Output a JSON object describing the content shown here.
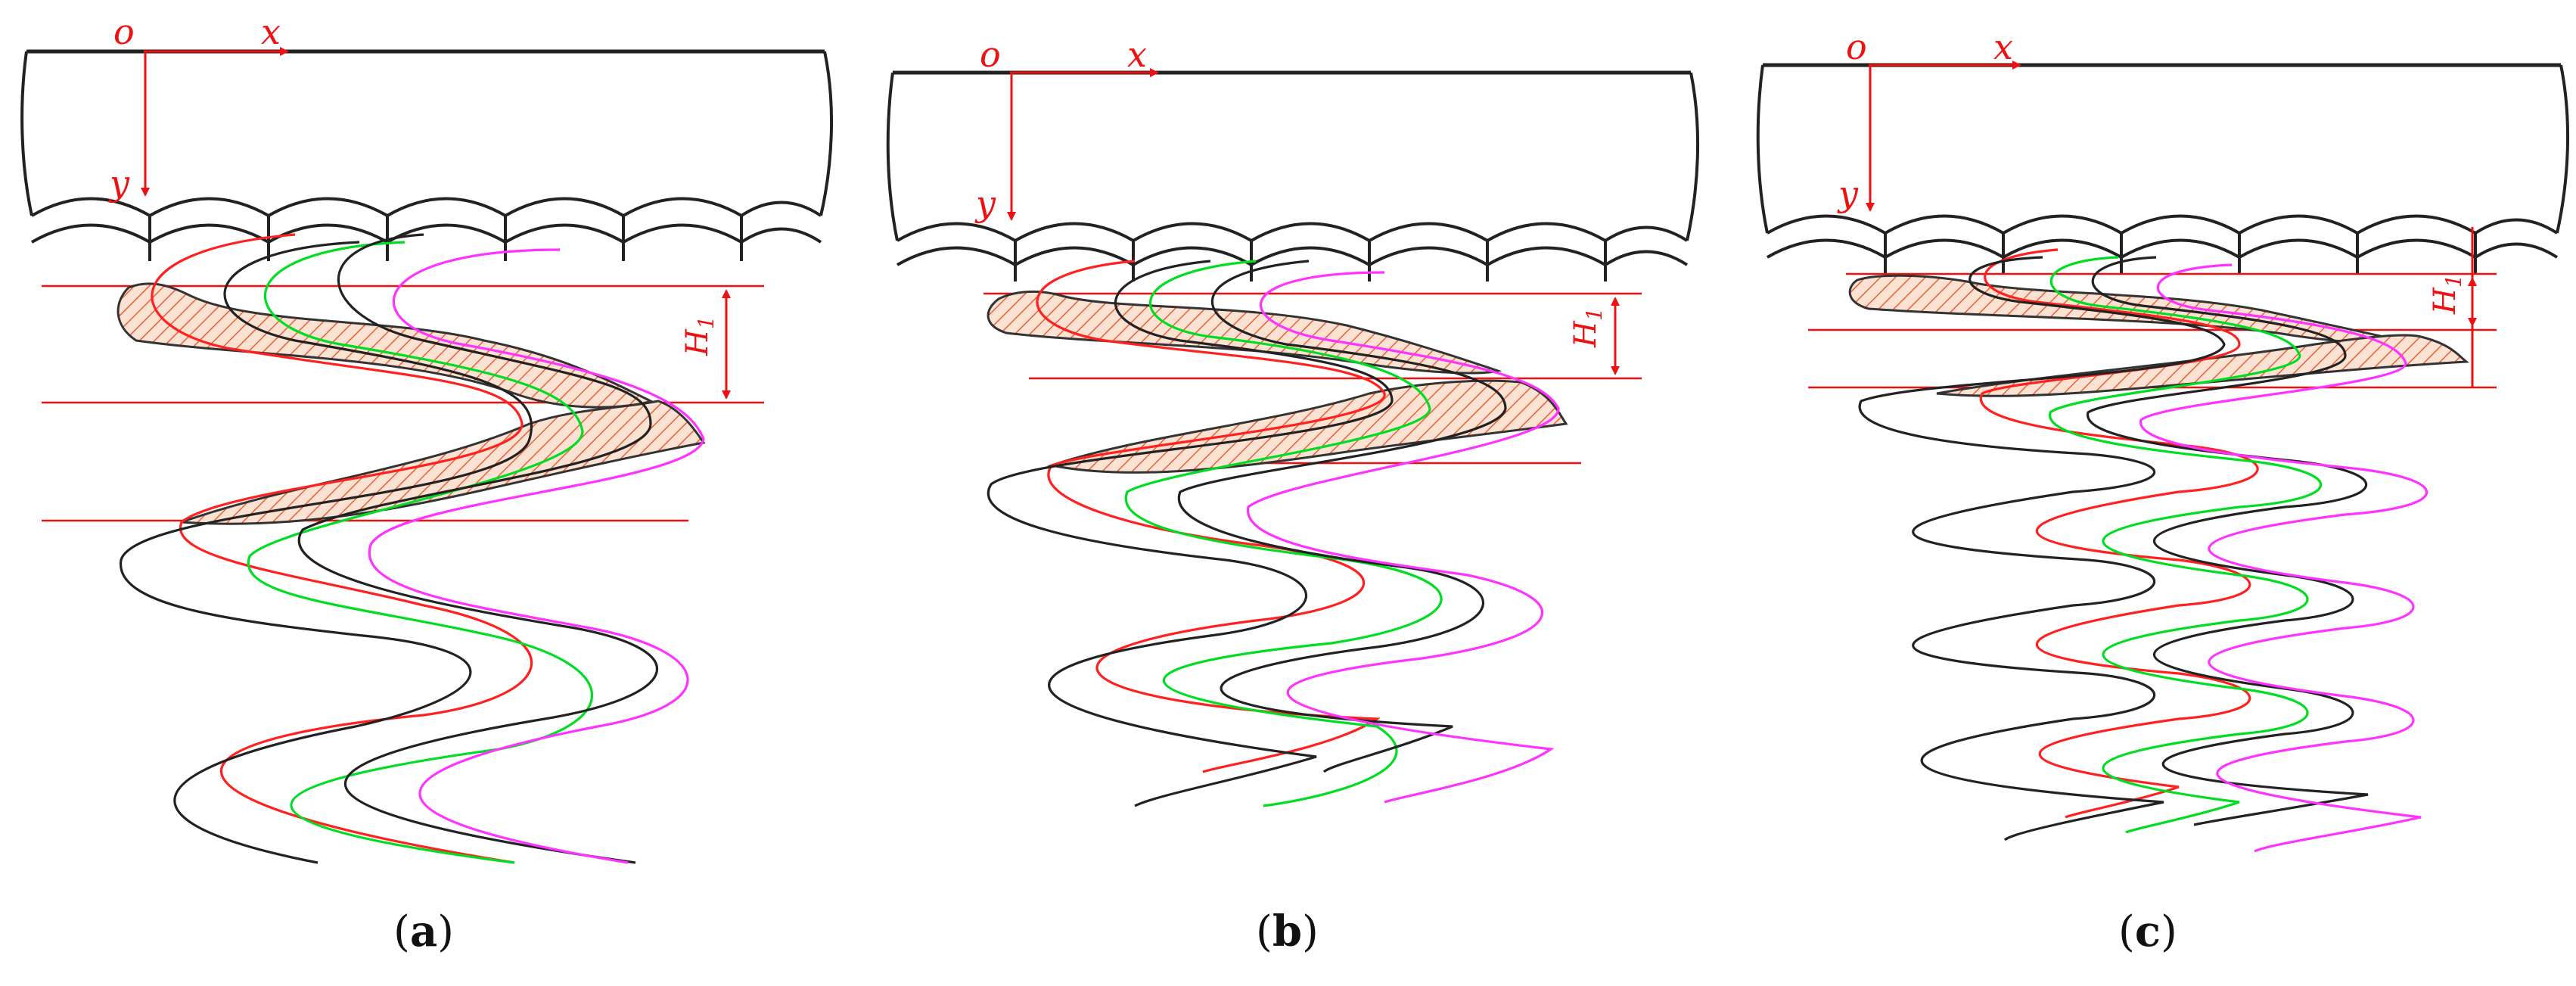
{
  "colors": {
    "axis": "#ee1111",
    "hatch": "#e8603a",
    "trace_colors": [
      "#ff2020",
      "#00dd22",
      "#222222",
      "#ff33ff"
    ]
  },
  "panels": [
    {
      "axis_origin": "o",
      "axis_x": "x",
      "axis_y": "y",
      "height_label": "H",
      "height_subscript": "1",
      "caption_open": "(",
      "caption_letter": "a",
      "caption_close": ")"
    },
    {
      "axis_origin": "o",
      "axis_x": "x",
      "axis_y": "y",
      "height_label": "H",
      "height_subscript": "1",
      "caption_open": "(",
      "caption_letter": "b",
      "caption_close": ")"
    },
    {
      "axis_origin": "o",
      "axis_x": "x",
      "axis_y": "y",
      "height_label": "H",
      "height_subscript": "1",
      "caption_open": "(",
      "caption_letter": "c",
      "caption_close": ")"
    }
  ]
}
